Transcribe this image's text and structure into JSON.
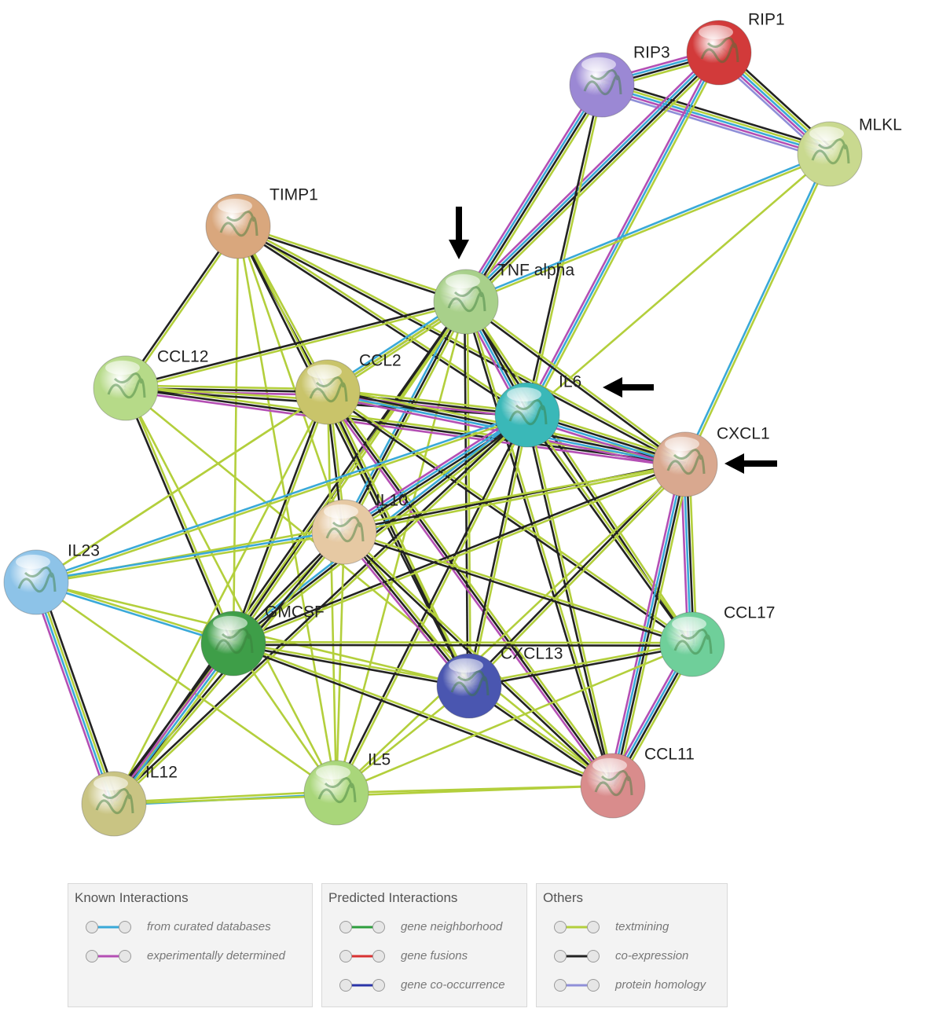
{
  "nodes": [
    {
      "id": "RIP1",
      "label": "RIP1",
      "color": "#d23a3a"
    },
    {
      "id": "RIP3",
      "label": "RIP3",
      "color": "#9b88d4"
    },
    {
      "id": "MLKL",
      "label": "MLKL",
      "color": "#c9d98f"
    },
    {
      "id": "TIMP1",
      "label": "TIMP1",
      "color": "#d9a77d"
    },
    {
      "id": "TNF",
      "label": "TNF alpha",
      "color": "#a8d08a"
    },
    {
      "id": "CCL12",
      "label": "CCL12",
      "color": "#b6da88"
    },
    {
      "id": "CCL2",
      "label": "CCL2",
      "color": "#c9c46a"
    },
    {
      "id": "IL6",
      "label": "IL6",
      "color": "#3ab8b8"
    },
    {
      "id": "CXCL1",
      "label": "CXCL1",
      "color": "#d9a88f"
    },
    {
      "id": "IL10",
      "label": "IL10",
      "color": "#e6c9a3"
    },
    {
      "id": "IL23",
      "label": "IL23",
      "color": "#8dc3e8"
    },
    {
      "id": "GMCSF",
      "label": "GMCSF",
      "color": "#3e9e48"
    },
    {
      "id": "CXCL13",
      "label": "CXCL13",
      "color": "#4a56b0"
    },
    {
      "id": "CCL17",
      "label": "CCL17",
      "color": "#6fcf9a"
    },
    {
      "id": "IL12",
      "label": "IL12",
      "color": "#c9c483"
    },
    {
      "id": "IL5",
      "label": "IL5",
      "color": "#a9d67a"
    },
    {
      "id": "CCL11",
      "label": "CCL11",
      "color": "#d98c8c"
    }
  ],
  "edge_colors": {
    "curated": "#3aa9d8",
    "experimental": "#b44fb4",
    "textmining": "#b3cf3c",
    "coexpression": "#222222",
    "homology": "#8f8fd8"
  },
  "edges": [
    {
      "from": "RIP1",
      "to": "RIP3",
      "types": [
        "textmining",
        "coexpression",
        "curated",
        "experimental"
      ]
    },
    {
      "from": "RIP1",
      "to": "MLKL",
      "types": [
        "coexpression",
        "textmining",
        "curated",
        "experimental",
        "homology"
      ]
    },
    {
      "from": "RIP3",
      "to": "MLKL",
      "types": [
        "coexpression",
        "textmining",
        "curated",
        "experimental",
        "homology"
      ]
    },
    {
      "from": "RIP1",
      "to": "TNF",
      "types": [
        "textmining",
        "coexpression",
        "curated",
        "experimental"
      ]
    },
    {
      "from": "RIP3",
      "to": "TNF",
      "types": [
        "textmining",
        "coexpression",
        "curated",
        "experimental"
      ]
    },
    {
      "from": "RIP1",
      "to": "IL6",
      "types": [
        "textmining",
        "curated",
        "experimental"
      ]
    },
    {
      "from": "RIP3",
      "to": "IL6",
      "types": [
        "textmining",
        "coexpression"
      ]
    },
    {
      "from": "MLKL",
      "to": "TNF",
      "types": [
        "textmining",
        "curated"
      ]
    },
    {
      "from": "MLKL",
      "to": "IL6",
      "types": [
        "textmining"
      ]
    },
    {
      "from": "MLKL",
      "to": "CXCL1",
      "types": [
        "textmining",
        "curated"
      ]
    },
    {
      "from": "TIMP1",
      "to": "TNF",
      "types": [
        "textmining",
        "coexpression"
      ]
    },
    {
      "from": "TIMP1",
      "to": "CCL12",
      "types": [
        "textmining",
        "coexpression"
      ]
    },
    {
      "from": "TIMP1",
      "to": "CCL2",
      "types": [
        "textmining",
        "coexpression"
      ]
    },
    {
      "from": "TIMP1",
      "to": "IL6",
      "types": [
        "textmining",
        "coexpression"
      ]
    },
    {
      "from": "TIMP1",
      "to": "IL10",
      "types": [
        "textmining"
      ]
    },
    {
      "from": "TIMP1",
      "to": "GMCSF",
      "types": [
        "textmining"
      ]
    },
    {
      "from": "TIMP1",
      "to": "IL5",
      "types": [
        "textmining"
      ]
    },
    {
      "from": "TIMP1",
      "to": "CXCL13",
      "types": [
        "textmining",
        "coexpression"
      ]
    },
    {
      "from": "TIMP1",
      "to": "CXCL1",
      "types": [
        "textmining",
        "coexpression"
      ]
    },
    {
      "from": "TNF",
      "to": "CCL12",
      "types": [
        "textmining",
        "coexpression"
      ]
    },
    {
      "from": "TNF",
      "to": "CCL2",
      "types": [
        "textmining",
        "coexpression",
        "curated"
      ]
    },
    {
      "from": "TNF",
      "to": "IL6",
      "types": [
        "textmining",
        "coexpression",
        "curated",
        "experimental"
      ]
    },
    {
      "from": "TNF",
      "to": "CXCL1",
      "types": [
        "textmining",
        "coexpression"
      ]
    },
    {
      "from": "TNF",
      "to": "IL10",
      "types": [
        "textmining",
        "coexpression",
        "curated"
      ]
    },
    {
      "from": "TNF",
      "to": "IL23",
      "types": [
        "textmining"
      ]
    },
    {
      "from": "TNF",
      "to": "GMCSF",
      "types": [
        "textmining",
        "coexpression"
      ]
    },
    {
      "from": "TNF",
      "to": "CXCL13",
      "types": [
        "textmining",
        "coexpression"
      ]
    },
    {
      "from": "TNF",
      "to": "CCL17",
      "types": [
        "textmining",
        "coexpression"
      ]
    },
    {
      "from": "TNF",
      "to": "IL12",
      "types": [
        "textmining",
        "coexpression"
      ]
    },
    {
      "from": "TNF",
      "to": "IL5",
      "types": [
        "textmining"
      ]
    },
    {
      "from": "TNF",
      "to": "CCL11",
      "types": [
        "textmining",
        "coexpression"
      ]
    },
    {
      "from": "CCL12",
      "to": "CCL2",
      "types": [
        "textmining",
        "coexpression",
        "experimental"
      ]
    },
    {
      "from": "CCL12",
      "to": "IL6",
      "types": [
        "textmining",
        "coexpression"
      ]
    },
    {
      "from": "CCL12",
      "to": "CXCL1",
      "types": [
        "textmining",
        "coexpression",
        "experimental"
      ]
    },
    {
      "from": "CCL12",
      "to": "GMCSF",
      "types": [
        "textmining",
        "coexpression"
      ]
    },
    {
      "from": "CCL12",
      "to": "IL5",
      "types": [
        "textmining"
      ]
    },
    {
      "from": "CCL12",
      "to": "CCL11",
      "types": [
        "textmining"
      ]
    },
    {
      "from": "CCL2",
      "to": "IL6",
      "types": [
        "textmining",
        "coexpression",
        "experimental"
      ]
    },
    {
      "from": "CCL2",
      "to": "CXCL1",
      "types": [
        "textmining",
        "coexpression",
        "curated",
        "experimental"
      ]
    },
    {
      "from": "CCL2",
      "to": "IL10",
      "types": [
        "textmining",
        "coexpression"
      ]
    },
    {
      "from": "CCL2",
      "to": "IL23",
      "types": [
        "textmining"
      ]
    },
    {
      "from": "CCL2",
      "to": "GMCSF",
      "types": [
        "textmining",
        "coexpression"
      ]
    },
    {
      "from": "CCL2",
      "to": "CXCL13",
      "types": [
        "textmining",
        "coexpression"
      ]
    },
    {
      "from": "CCL2",
      "to": "CCL17",
      "types": [
        "textmining",
        "coexpression"
      ]
    },
    {
      "from": "CCL2",
      "to": "IL12",
      "types": [
        "textmining"
      ]
    },
    {
      "from": "CCL2",
      "to": "IL5",
      "types": [
        "textmining"
      ]
    },
    {
      "from": "CCL2",
      "to": "CCL11",
      "types": [
        "textmining",
        "coexpression",
        "experimental"
      ]
    },
    {
      "from": "IL6",
      "to": "CXCL1",
      "types": [
        "textmining",
        "coexpression",
        "curated",
        "experimental"
      ]
    },
    {
      "from": "IL6",
      "to": "IL10",
      "types": [
        "textmining",
        "coexpression",
        "curated",
        "experimental"
      ]
    },
    {
      "from": "IL6",
      "to": "IL23",
      "types": [
        "textmining",
        "curated"
      ]
    },
    {
      "from": "IL6",
      "to": "GMCSF",
      "types": [
        "textmining",
        "coexpression",
        "curated"
      ]
    },
    {
      "from": "IL6",
      "to": "CXCL13",
      "types": [
        "textmining",
        "coexpression"
      ]
    },
    {
      "from": "IL6",
      "to": "CCL17",
      "types": [
        "textmining",
        "coexpression"
      ]
    },
    {
      "from": "IL6",
      "to": "IL12",
      "types": [
        "textmining",
        "coexpression"
      ]
    },
    {
      "from": "IL6",
      "to": "IL5",
      "types": [
        "textmining",
        "coexpression"
      ]
    },
    {
      "from": "IL6",
      "to": "CCL11",
      "types": [
        "textmining",
        "coexpression"
      ]
    },
    {
      "from": "CXCL1",
      "to": "IL10",
      "types": [
        "textmining",
        "coexpression"
      ]
    },
    {
      "from": "CXCL1",
      "to": "IL23",
      "types": [
        "textmining"
      ]
    },
    {
      "from": "CXCL1",
      "to": "GMCSF",
      "types": [
        "textmining",
        "coexpression"
      ]
    },
    {
      "from": "CXCL1",
      "to": "CXCL13",
      "types": [
        "textmining",
        "coexpression"
      ]
    },
    {
      "from": "CXCL1",
      "to": "CCL17",
      "types": [
        "textmining",
        "coexpression",
        "curated",
        "experimental"
      ]
    },
    {
      "from": "CXCL1",
      "to": "CCL11",
      "types": [
        "textmining",
        "coexpression",
        "curated",
        "experimental"
      ]
    },
    {
      "from": "CXCL1",
      "to": "IL5",
      "types": [
        "textmining"
      ]
    },
    {
      "from": "IL10",
      "to": "IL23",
      "types": [
        "textmining",
        "curated"
      ]
    },
    {
      "from": "IL10",
      "to": "GMCSF",
      "types": [
        "textmining",
        "coexpression"
      ]
    },
    {
      "from": "IL10",
      "to": "CXCL13",
      "types": [
        "textmining",
        "coexpression",
        "experimental"
      ]
    },
    {
      "from": "IL10",
      "to": "CCL17",
      "types": [
        "textmining",
        "coexpression"
      ]
    },
    {
      "from": "IL10",
      "to": "IL12",
      "types": [
        "textmining",
        "coexpression"
      ]
    },
    {
      "from": "IL10",
      "to": "IL5",
      "types": [
        "textmining"
      ]
    },
    {
      "from": "IL10",
      "to": "CCL11",
      "types": [
        "textmining",
        "coexpression"
      ]
    },
    {
      "from": "IL23",
      "to": "GMCSF",
      "types": [
        "textmining",
        "curated"
      ]
    },
    {
      "from": "IL23",
      "to": "IL12",
      "types": [
        "coexpression",
        "textmining",
        "curated",
        "experimental"
      ]
    },
    {
      "from": "IL23",
      "to": "IL5",
      "types": [
        "textmining"
      ]
    },
    {
      "from": "IL23",
      "to": "CXCL13",
      "types": [
        "textmining"
      ]
    },
    {
      "from": "GMCSF",
      "to": "CXCL13",
      "types": [
        "textmining",
        "coexpression"
      ]
    },
    {
      "from": "GMCSF",
      "to": "CCL17",
      "types": [
        "textmining",
        "coexpression"
      ]
    },
    {
      "from": "GMCSF",
      "to": "IL12",
      "types": [
        "textmining",
        "curated",
        "experimental",
        "coexpression"
      ]
    },
    {
      "from": "GMCSF",
      "to": "IL5",
      "types": [
        "textmining"
      ]
    },
    {
      "from": "GMCSF",
      "to": "CCL11",
      "types": [
        "textmining",
        "coexpression"
      ]
    },
    {
      "from": "CXCL13",
      "to": "CCL17",
      "types": [
        "textmining",
        "coexpression"
      ]
    },
    {
      "from": "CXCL13",
      "to": "IL5",
      "types": [
        "textmining"
      ]
    },
    {
      "from": "CXCL13",
      "to": "CCL11",
      "types": [
        "textmining",
        "coexpression"
      ]
    },
    {
      "from": "CCL17",
      "to": "CCL11",
      "types": [
        "textmining",
        "coexpression",
        "curated",
        "experimental"
      ]
    },
    {
      "from": "CCL17",
      "to": "IL5",
      "types": [
        "textmining"
      ]
    },
    {
      "from": "IL12",
      "to": "IL5",
      "types": [
        "textmining",
        "curated"
      ]
    },
    {
      "from": "IL12",
      "to": "CCL11",
      "types": [
        "textmining"
      ]
    },
    {
      "from": "IL5",
      "to": "CCL11",
      "types": [
        "textmining"
      ]
    }
  ],
  "legend": [
    {
      "title": "Known Interactions",
      "items": [
        {
          "label": "from curated databases",
          "color": "#3aa9d8"
        },
        {
          "label": "experimentally determined",
          "color": "#b44fb4"
        }
      ]
    },
    {
      "title": "Predicted Interactions",
      "items": [
        {
          "label": "gene neighborhood",
          "color": "#2e9e3e"
        },
        {
          "label": "gene fusions",
          "color": "#d83232"
        },
        {
          "label": "gene co-occurrence",
          "color": "#2b35a8"
        }
      ]
    },
    {
      "title": "Others",
      "items": [
        {
          "label": "textmining",
          "color": "#b3cf3c"
        },
        {
          "label": "co-expression",
          "color": "#222222"
        },
        {
          "label": "protein homology",
          "color": "#8f8fd8"
        }
      ]
    }
  ]
}
